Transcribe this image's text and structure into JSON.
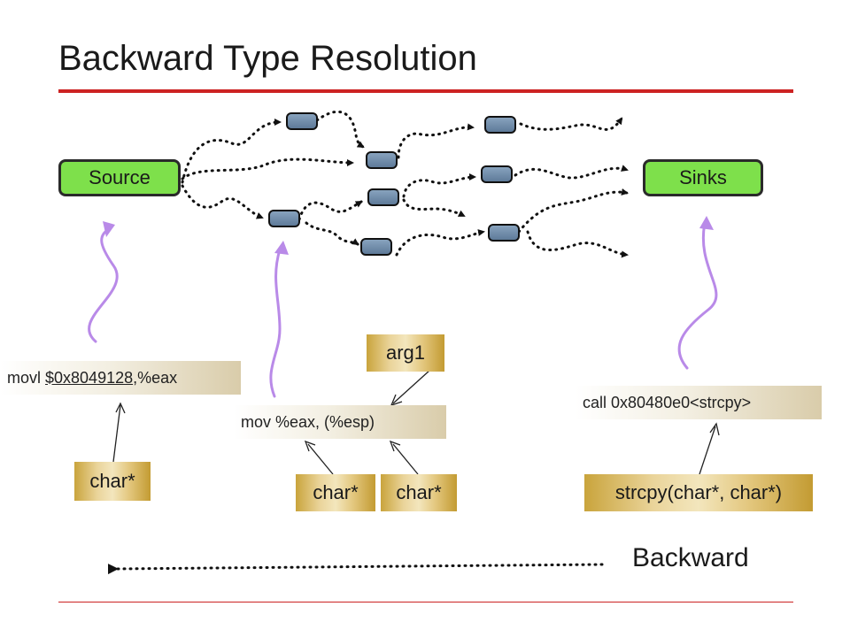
{
  "slide": {
    "title": "Backward Type Resolution",
    "source_label": "Source",
    "sinks_label": "Sinks",
    "instructions": {
      "movl_prefix": "movl ",
      "movl_operand": "$0x8049128",
      "movl_suffix": ",%eax",
      "mov": "mov %eax, (%esp)",
      "call": "call 0x80480e0<strcpy>"
    },
    "tags": {
      "char_left": "char*",
      "char_mid1": "char*",
      "char_mid2": "char*",
      "arg1": "arg1",
      "strcpy_sig": "strcpy(char*, char*)"
    },
    "backward_label": "Backward"
  },
  "colors": {
    "accent_rule": "#cc2222",
    "pill_fill": "#7ee04b",
    "node_fill": "#6f8ba8",
    "squiggle": "#b98ae8",
    "tag_gold": "#e3c77e"
  }
}
